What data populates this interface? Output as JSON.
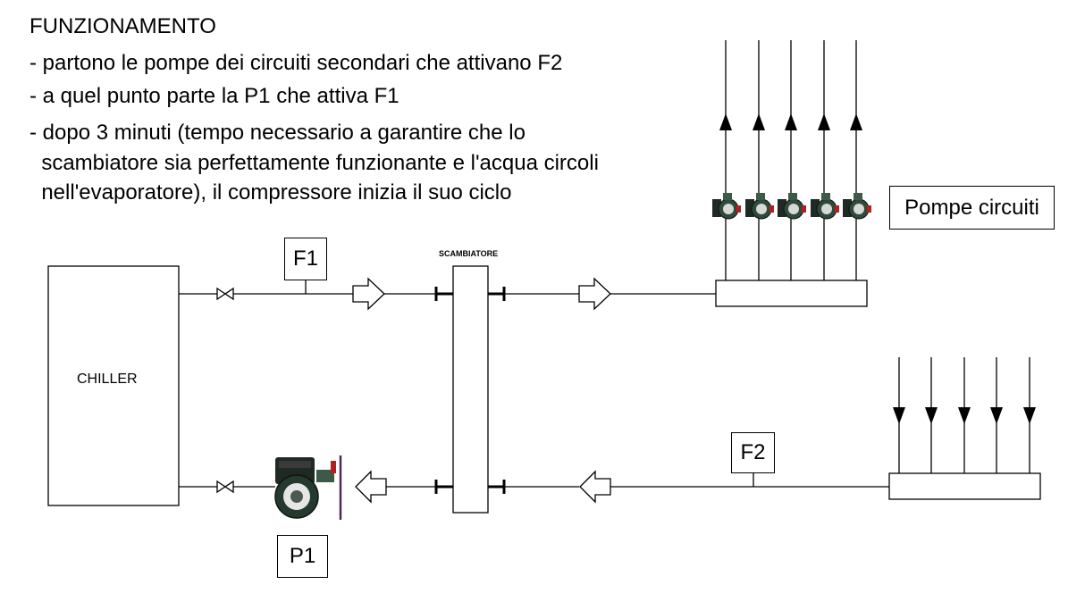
{
  "notes": {
    "title": "FUNZIONAMENTO",
    "line1": "- partono le pompe dei circuiti secondari che attivano F2",
    "line2": "- a quel punto parte la P1 che attiva F1",
    "line3a": "- dopo 3 minuti (tempo necessario a garantire che lo",
    "line3b": "  scambiatore sia perfettamente funzionante e l'acqua circoli",
    "line3c": "  nell'evaporatore), il compressore inizia il suo ciclo"
  },
  "labels": {
    "chiller": "CHILLER",
    "exchanger": "SCAMBIATORE",
    "flow1": "F1",
    "flow2": "F2",
    "pump1": "P1",
    "circuit_pumps": "Pompe circuiti"
  },
  "colors": {
    "line": "#000000",
    "pump_body": "#1f2a24",
    "pump_green": "#3c5a48",
    "pump_red": "#b02020",
    "arrow_fill": "#ffffff",
    "gasket": "#4a2a55"
  },
  "icons": {
    "pump": "circulator-pump-icon",
    "valve": "ball-valve-icon",
    "flow_arrow": "hollow-flow-arrow-icon"
  }
}
